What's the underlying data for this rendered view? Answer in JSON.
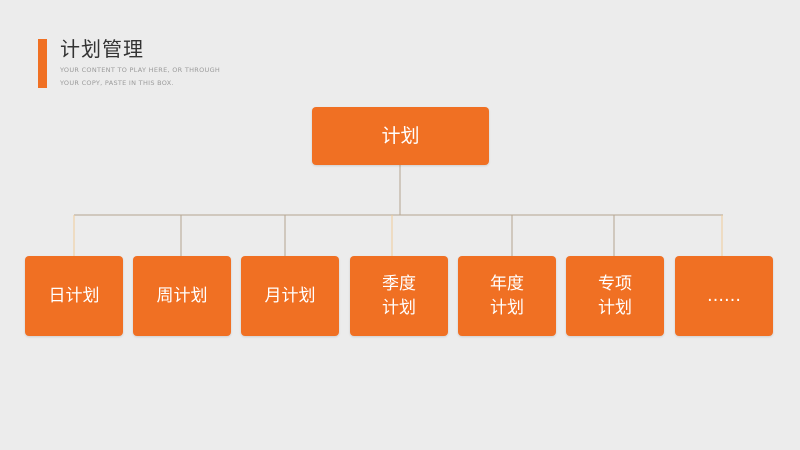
{
  "header": {
    "title": "计划管理",
    "subtitle_line1": "YOUR CONTENT TO PLAY HERE, OR THROUGH",
    "subtitle_line2": "YOUR COPY, PASTE IN THIS BOX."
  },
  "diagram": {
    "root": {
      "lines": [
        "计划"
      ]
    },
    "children": [
      {
        "lines": [
          "日计划"
        ]
      },
      {
        "lines": [
          "周计划"
        ]
      },
      {
        "lines": [
          "月计划"
        ]
      },
      {
        "lines": [
          "季度",
          "计划"
        ]
      },
      {
        "lines": [
          "年度",
          "计划"
        ]
      },
      {
        "lines": [
          "专项",
          "计划"
        ]
      },
      {
        "lines": [
          "……"
        ]
      }
    ]
  },
  "colors": {
    "accent": "#f07023",
    "connector_main": "#b5a590",
    "connector_light": "#f1cd9a",
    "background": "#ececec"
  }
}
